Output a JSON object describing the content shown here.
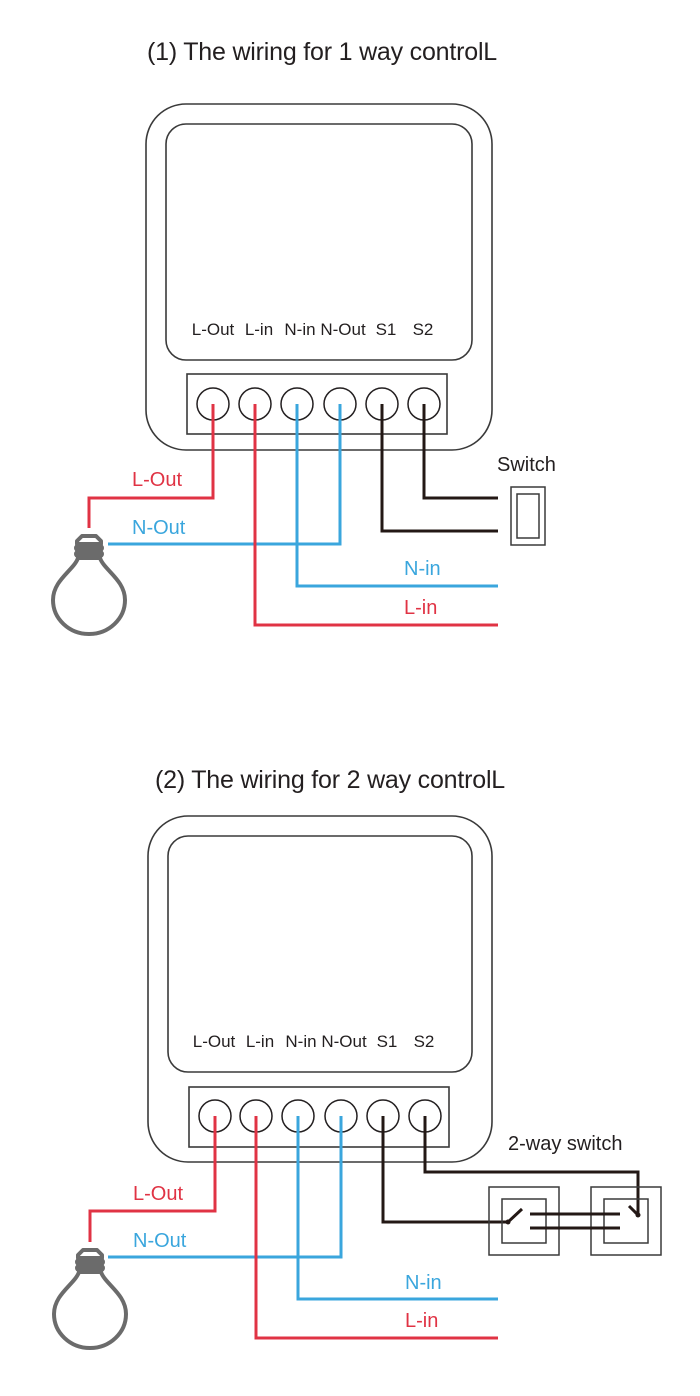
{
  "colors": {
    "live": "#e03344",
    "neutral": "#3aa6dd",
    "switch_wire": "#231815",
    "outline": "#3a3a3a",
    "bulb": "#6b6b6b",
    "text": "#231f20"
  },
  "diagrams": [
    {
      "title": "(1) The wiring for 1 way controlL",
      "terminals": [
        "L-Out",
        "L-in",
        "N-in",
        "N-Out",
        "S1",
        "S2"
      ],
      "wire_labels": {
        "l_out": "L-Out",
        "n_out": "N-Out",
        "n_in": "N-in",
        "l_in": "L-in"
      },
      "switch_label": "Switch",
      "icons": [
        "light-bulb-icon",
        "wall-switch-icon"
      ]
    },
    {
      "title": "(2) The wiring for 2 way controlL",
      "terminals": [
        "L-Out",
        "L-in",
        "N-in",
        "N-Out",
        "S1",
        "S2"
      ],
      "wire_labels": {
        "l_out": "L-Out",
        "n_out": "N-Out",
        "n_in": "N-in",
        "l_in": "L-in"
      },
      "switch_label": "2-way switch",
      "icons": [
        "light-bulb-icon",
        "two-way-switch-icon"
      ]
    }
  ]
}
